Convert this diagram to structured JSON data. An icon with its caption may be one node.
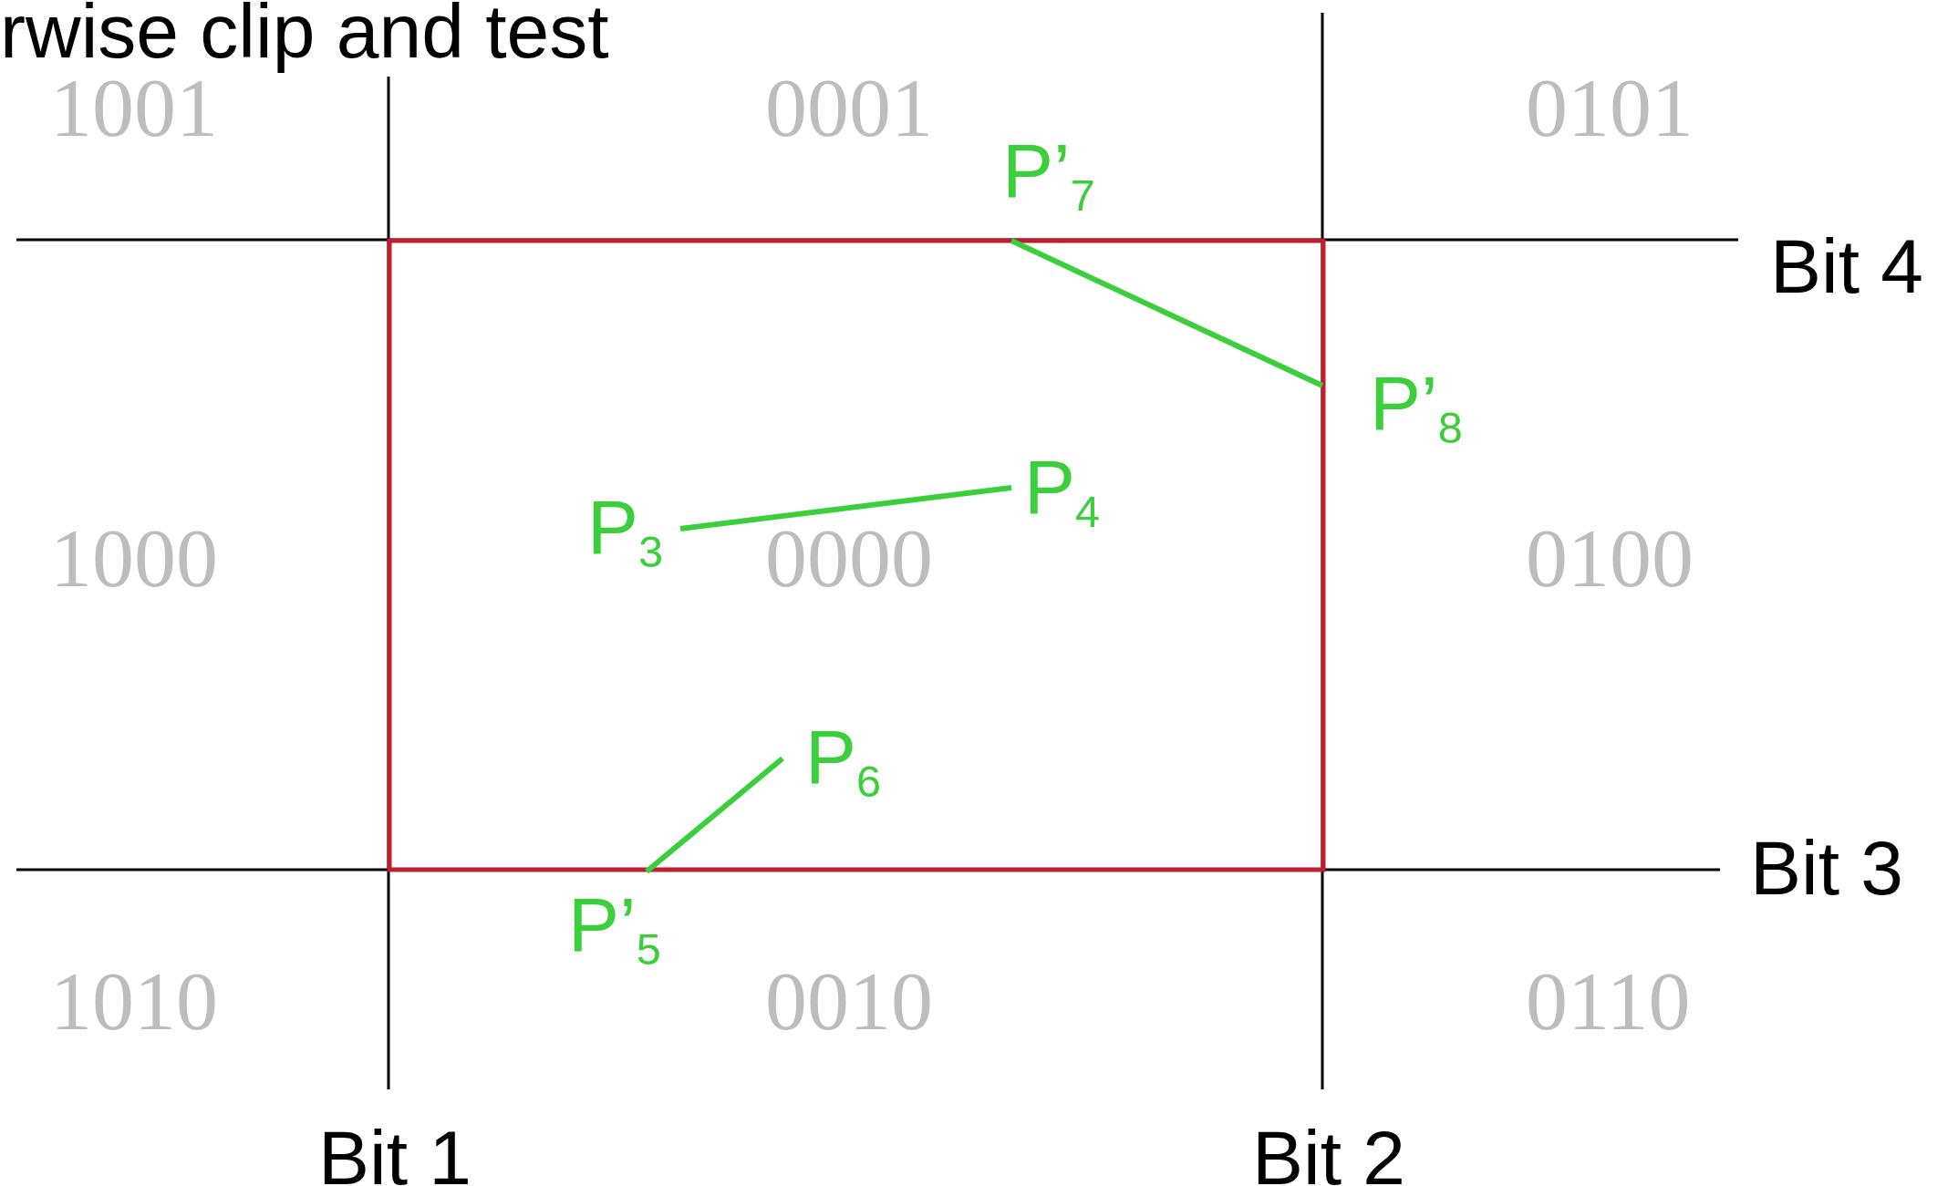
{
  "diagram": {
    "nodes": [
      {
        "text": [
          "P’$_{7}$"
        ]
      },
      {
        "text": [
          "P’$_{8}$"
        ]
      },
      {
        "text": [
          "P$_{3}$"
        ]
      },
      {
        "text": [
          "P$_{4}$"
        ]
      },
      {
        "text": [
          "P$_{6}$"
        ]
      },
      {
        "text": [
          "P’$_{5}$"
        ]
      }
    ],
    "edges": [
      {
        "from": 0,
        "to": 1,
        "arrow": "none"
      },
      {
        "from": 2,
        "to": 3,
        "arrow": "none"
      },
      {
        "from": 5,
        "to": 4,
        "arrow": "none"
      }
    ],
    "labels": [
      "rwise clip and test",
      "1001",
      "0001",
      "0101",
      "Bit 4",
      "1000",
      "0000",
      "0100",
      "Bit 3",
      "1010",
      "0010",
      "0110",
      "Bit 1",
      "Bit 2"
    ]
  }
}
